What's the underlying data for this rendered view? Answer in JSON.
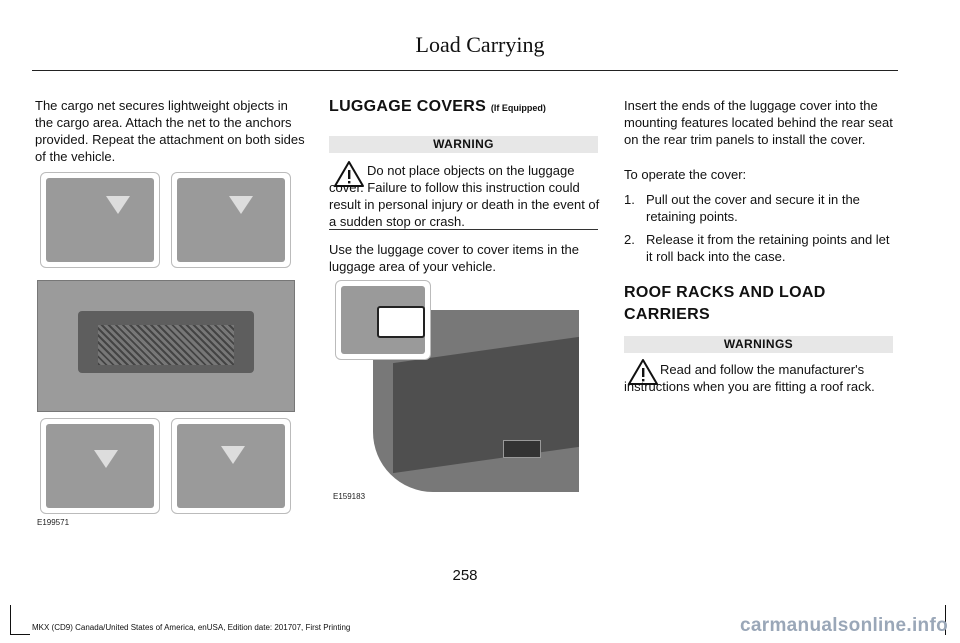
{
  "header": {
    "title": "Load Carrying"
  },
  "col1": {
    "paragraph": "The cargo net secures lightweight objects in the cargo area. Attach the net to the anchors provided. Repeat the attachment on both sides of the vehicle.",
    "figure_code": "E199571"
  },
  "col2": {
    "heading": "LUGGAGE COVERS",
    "heading_suffix": "(If Equipped)",
    "warning_label": "WARNING",
    "warning_text": "Do not place objects on the luggage cover. Failure to follow this instruction could result in personal injury or death in the event of a sudden stop or crash.",
    "paragraph": "Use the luggage cover to cover items in the luggage area of your vehicle.",
    "figure_code": "E159183"
  },
  "col3": {
    "paragraph1": "Insert the ends of the luggage cover into the mounting features located behind the rear seat on the rear trim panels to install the cover.",
    "paragraph2": "To operate the cover:",
    "steps": [
      {
        "num": "1.",
        "text": "Pull out the cover and secure it in the retaining points."
      },
      {
        "num": "2.",
        "text": "Release it from the retaining points and let it roll back into the case."
      }
    ],
    "heading_line1": "ROOF RACKS AND LOAD",
    "heading_line2": "CARRIERS",
    "warning_label": "WARNINGS",
    "warning_text": "Read and follow the manufacturer's instructions when you are fitting a roof rack."
  },
  "footer": {
    "page_number": "258",
    "edition_text": "MKX (CD9) Canada/United States of America, enUSA, Edition date: 201707, First Printing",
    "watermark": "carmanualsonline.info"
  },
  "colors": {
    "warning_band": "#e7e7e7",
    "watermark": "#9aa7b8"
  },
  "icons": [
    "warning-triangle-icon"
  ]
}
